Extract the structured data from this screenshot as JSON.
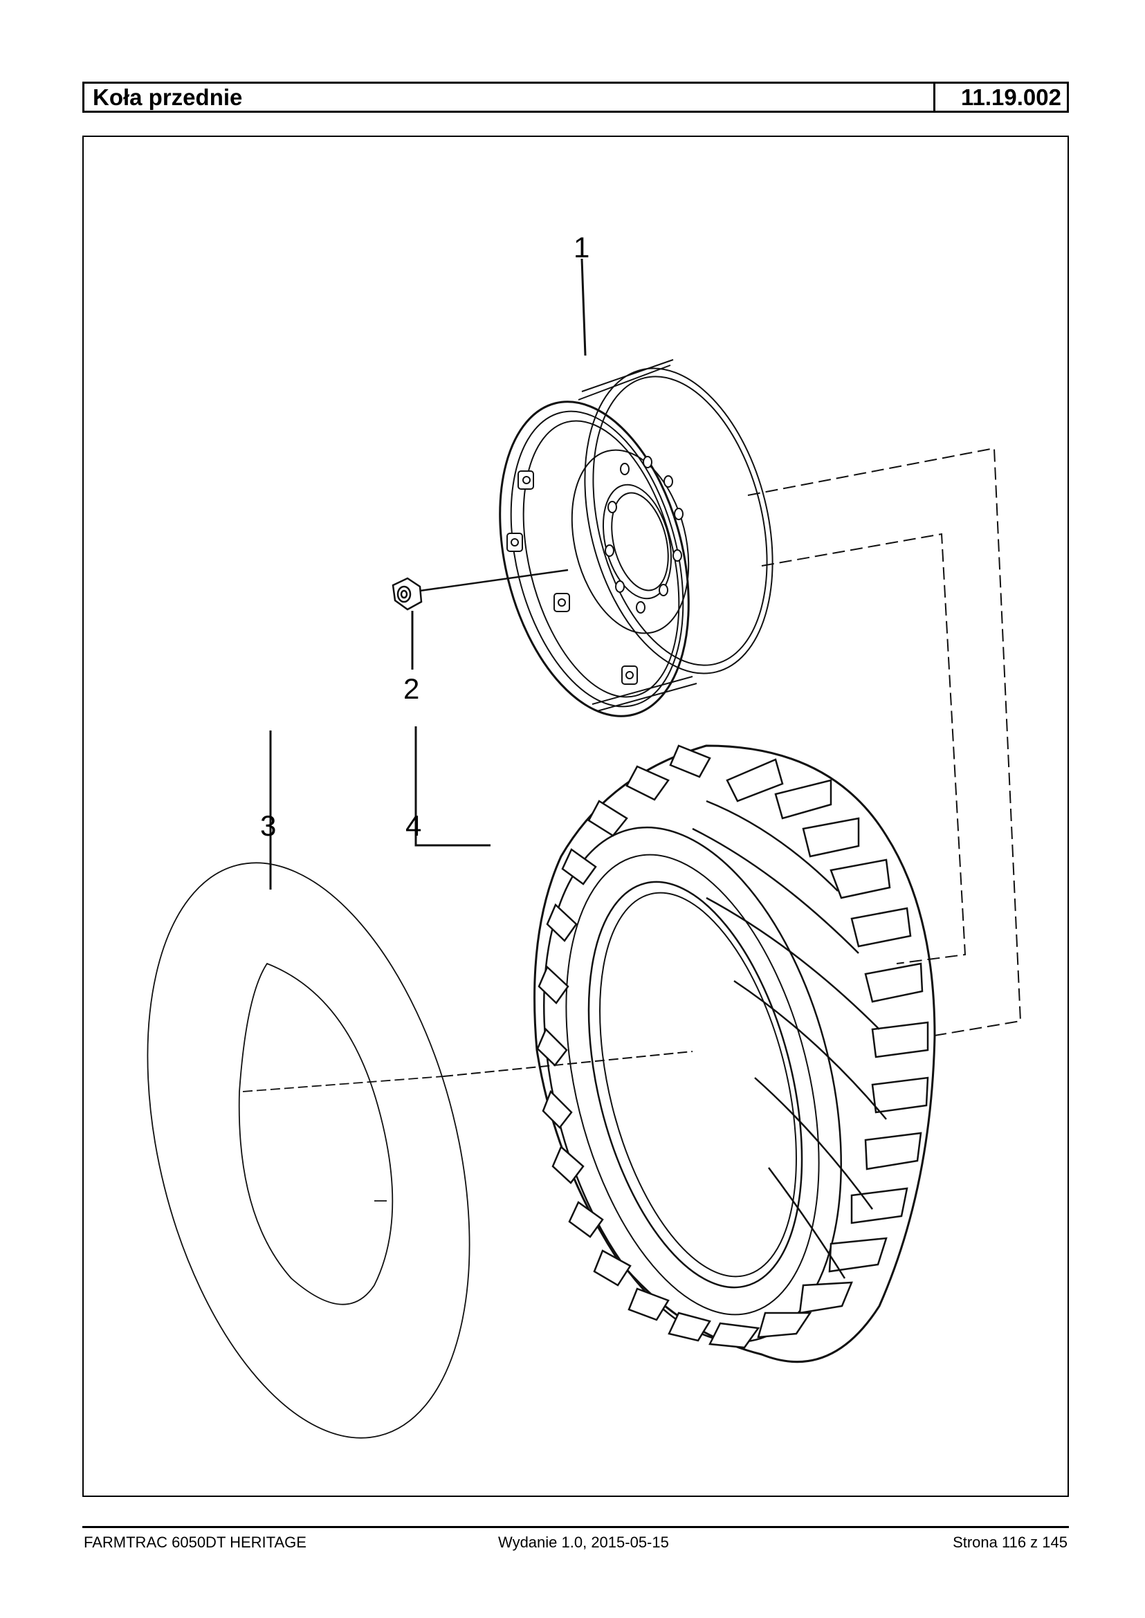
{
  "header": {
    "title": "Koła przednie",
    "code": "11.19.002"
  },
  "diagram": {
    "callouts": [
      "1",
      "2",
      "3",
      "4"
    ]
  },
  "footer": {
    "left": "FARMTRAC 6050DT HERITAGE",
    "center": "Wydanie 1.0,  2015-05-15",
    "right": "Strona 116 z 145"
  }
}
